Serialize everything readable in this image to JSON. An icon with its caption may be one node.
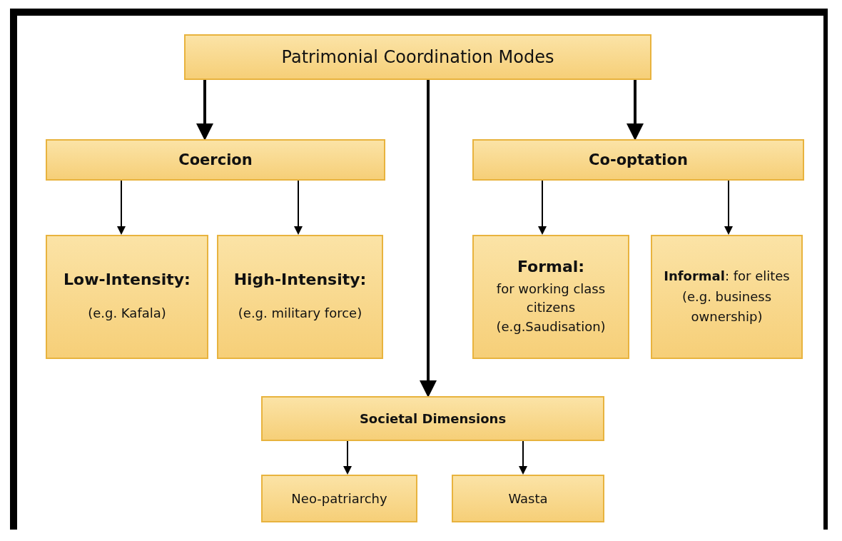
{
  "diagram": {
    "nodes": [
      {
        "text": [
          "Patrimonial Coordination Modes"
        ]
      },
      {
        "text": [
          "Coercion"
        ]
      },
      {
        "text": [
          "Co-optation"
        ]
      },
      {
        "text": [
          "Low-Intensity:",
          "(e.g. Kafala)"
        ]
      },
      {
        "text": [
          "High-Intensity:",
          "(e.g. military force)"
        ]
      },
      {
        "text": [
          "Formal:",
          "for working class citizens (e.g.Saudisation)"
        ]
      },
      {
        "text": [
          "**Informal**: for elites (e.g. business ownership)"
        ]
      },
      {
        "text": [
          "Societal Dimensions"
        ]
      },
      {
        "text": [
          "Neo-patriarchy"
        ]
      },
      {
        "text": [
          "Wasta"
        ]
      }
    ],
    "edges": [
      {
        "from": 0,
        "to": 1,
        "arrow": "to",
        "style": "thick"
      },
      {
        "from": 0,
        "to": 7,
        "arrow": "to",
        "style": "thick"
      },
      {
        "from": 0,
        "to": 2,
        "arrow": "to",
        "style": "thick"
      },
      {
        "from": 1,
        "to": 3,
        "arrow": "to"
      },
      {
        "from": 1,
        "to": 4,
        "arrow": "to"
      },
      {
        "from": 2,
        "to": 5,
        "arrow": "to"
      },
      {
        "from": 2,
        "to": 6,
        "arrow": "to"
      },
      {
        "from": 7,
        "to": 8,
        "arrow": "to"
      },
      {
        "from": 7,
        "to": 9,
        "arrow": "to"
      }
    ]
  }
}
